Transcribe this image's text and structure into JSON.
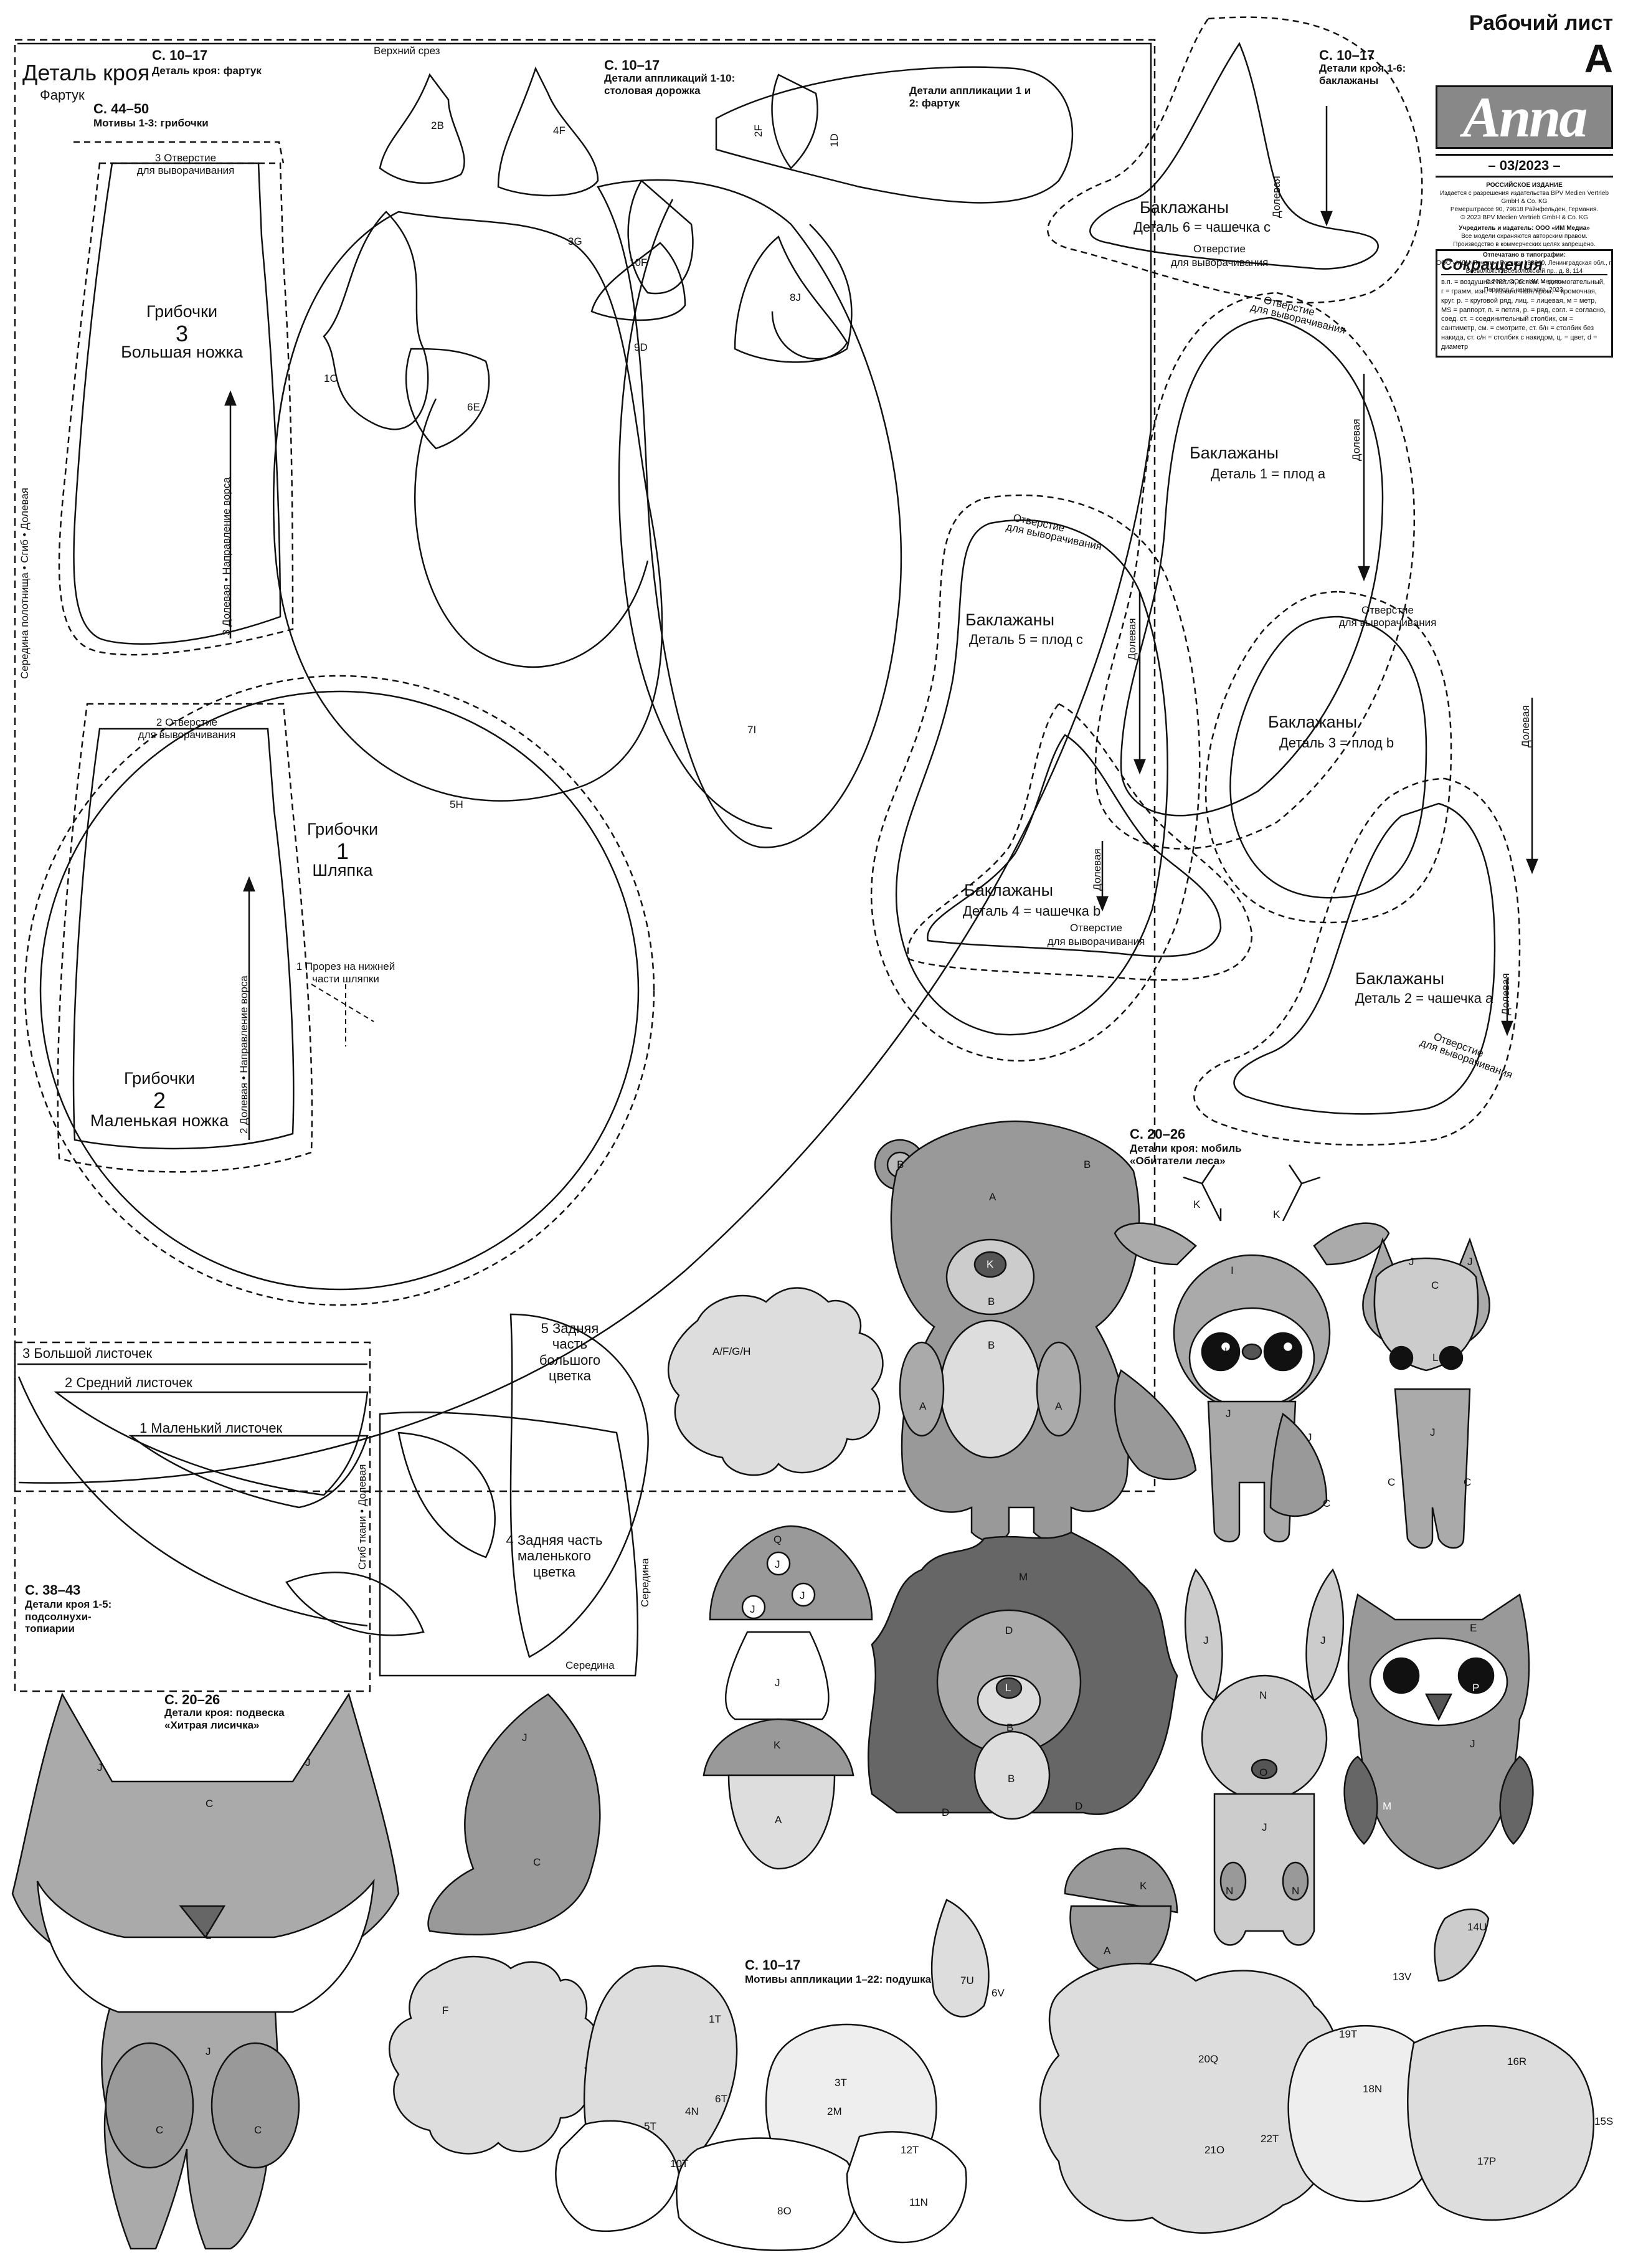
{
  "header": {
    "worksheet_title": "Рабочий лист",
    "worksheet_letter": "A",
    "logo": "Anna",
    "issue": "– 03/2023 –",
    "imprint": [
      "РОССИЙСКОЕ ИЗДАНИЕ",
      "Издается с разрешения издательства BPV Medien Vertrieb GmbH & Co. KG",
      "Рёмерштрассе 90, 79618 Райнфельден, Германия.",
      "© 2023 BPV Medien Vertrieb GmbH & Co. KG",
      "Учредитель и издатель: ООО «ИМ Медиа»",
      "Все модели охраняются авторским правом.",
      "Производство в коммерческих целях запрещено.",
      "Отпечатано в типографии:",
      "ООО «МДМ-Печать», Россия, 188640, Ленинградская обл., г. Всеволожск, Всеволожский пр., д. 8, 114",
      "© 2023, ООО «ИМ Медиа»",
      "Перевод с немецкого, 2023."
    ]
  },
  "abbreviations": {
    "heading": "Сокращения",
    "text": "в.п. = воздушная петля, вспом. = вспомогательный, г = грамм, изн. = изнаночная, кром. = кромочная, круг. р. = круговой ряд, лиц. = лицевая, м = метр, MS = раппорт, п. = петля, р. = ряд, согл. = согласно, соед. ст. = соединительный столбик, см = сантиметр, см. = смотрите, ст. б/н = столбик без накида, ст. с/н = столбик с накидом, ц. = цвет, d = диаметр"
  },
  "labels": {
    "detail_cut": "Деталь кроя",
    "apron": "Фартук",
    "p10_17": "С. 10–17",
    "apron_cut": "Деталь кроя: фартук",
    "top_edge": "Верхний срез",
    "applique_runner": "Детали аппликаций 1-10: столовая дорожка",
    "applique_apron": "Детали аппликации 1 и 2: фартук",
    "eggplant_cut": "Детали кроя 1-6: баклажаны",
    "p44_50": "С. 44–50",
    "mush_motifs": "Мотивы 1-3: грибочки",
    "opening_3": "3  Отверстие",
    "for_turning": "для выворачивания",
    "opening": "Отверстие",
    "mushrooms": "Грибочки",
    "n1": "1",
    "n2": "2",
    "n3": "3",
    "big_stem": "Большая ножка",
    "small_stem": "Маленькая ножка",
    "cap": "Шляпка",
    "grain3": "3  Долевая • Направление ворса",
    "grain2": "2  Долевая • Направление ворса",
    "opening_2": "2  Отверстие",
    "slit": "1  Прорез на нижней части шляпки",
    "fold_center": "Середина полотнища • Сгиб • Долевая",
    "eggplants": "Баклажаны",
    "d6": "Деталь 6 = чашечка с",
    "d1": "Деталь 1 = плод а",
    "d5": "Деталь 5 = плод с",
    "d3": "Деталь 3 = плод b",
    "d4": "Деталь 4 = чашечка b",
    "d2": "Деталь 2 = чашечка а",
    "grain": "Долевая",
    "big_leaf": "3  Большой листочек",
    "mid_leaf": "2  Средний листочек",
    "small_leaf": "1  Маленький листочек",
    "back_big": "5  Задняя часть большого цветка",
    "back_small": "4  Задняя часть маленького цветка",
    "fold_grain": "Сгиб ткани • Долевая",
    "middle": "Середина",
    "p38_43": "С. 38–43",
    "sunflower": "Детали кроя 1-5: подсолнухи-топиарии",
    "p20_26a": "С. 20–26",
    "forest_mobile": "Детали кроя: мобиль «Обитатели леса»",
    "p20_26b": "С. 20–26",
    "fox_pendant": "Детали кроя: подвеска «Хитрая лисичка»",
    "p10_17c": "С. 10–17",
    "pillow": "Мотивы аппликации 1–22: подушка",
    "p10_17b": "С. 10–17"
  },
  "piece_codes": {
    "p2B": "2B",
    "p4F": "4F",
    "p3G": "3G",
    "p10F": "10F",
    "p8J": "8J",
    "p9D": "9D",
    "p1C": "1C",
    "p6E": "6E",
    "p5H": "5H",
    "p7I": "7I",
    "p2F": "2F",
    "p1D": "1D",
    "afgh": "A/F/G/H",
    "A": "A",
    "B": "B",
    "K": "K",
    "I": "I",
    "J": "J",
    "C": "C",
    "L": "L",
    "M": "M",
    "D": "D",
    "N": "N",
    "O": "O",
    "Q": "Q",
    "E": "E",
    "P": "P",
    "F": "F",
    "1T": "1T",
    "3T": "3T",
    "2M": "2M",
    "4N": "4N",
    "5T": "5T",
    "6T": "6T",
    "7U": "7U",
    "6V": "6V",
    "8O": "8O",
    "10T": "10T",
    "11N": "11N",
    "12T": "12T",
    "13V": "13V",
    "14U": "14U",
    "15S": "15S",
    "16R": "16R",
    "17P": "17P",
    "18N": "18N",
    "19T": "19T",
    "20Q": "20Q",
    "21O": "21O",
    "22T": "22T"
  }
}
